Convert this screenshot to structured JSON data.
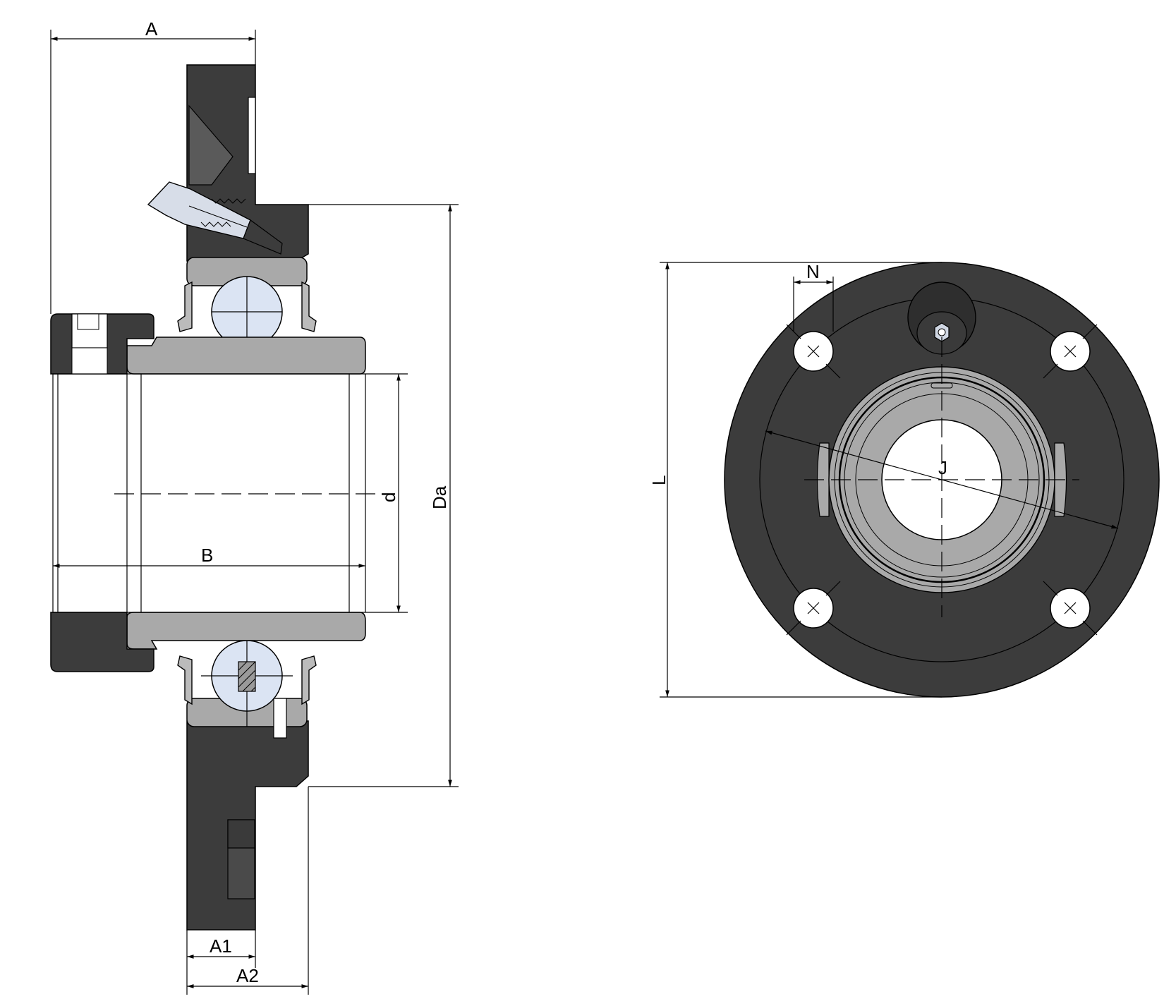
{
  "dimensions": {
    "A": "A",
    "A1": "A1",
    "A2": "A2",
    "B": "B",
    "d": "d",
    "Da": "Da",
    "L": "L",
    "N": "N",
    "J": "J"
  },
  "colors": {
    "housing": "#3c3c3c",
    "insert": "#a9a9a9",
    "ball": "#dbe4f3",
    "line": "#000000"
  }
}
